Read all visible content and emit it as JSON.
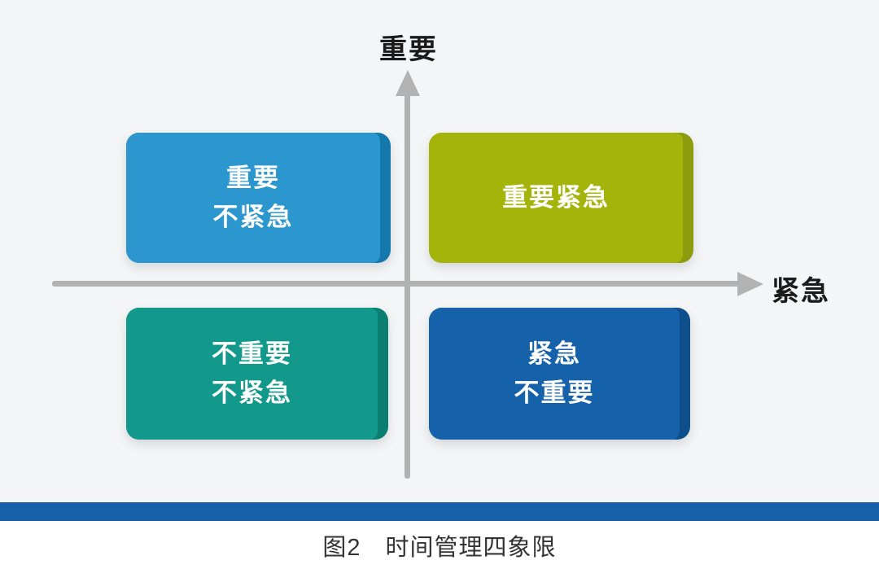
{
  "colors": {
    "background": "#f4f5f6",
    "axis": "#b2b2b2",
    "divider_bar": "#1560a8",
    "footer_background": "#ffffff",
    "box_text": "#ffffff",
    "label_text": "#1b1b1b",
    "caption_text": "#333333"
  },
  "axes": {
    "y_label": "重要",
    "x_label": "紧急"
  },
  "quadrants": {
    "top_left": {
      "line1": "重要",
      "line2": "不紧急",
      "fill": "#2b97ce",
      "edge": "#1478ad"
    },
    "top_right": {
      "line1": "重要紧急",
      "line2": "",
      "fill": "#a5b40a",
      "edge": "#8c9c0e"
    },
    "bottom_left": {
      "line1": "不重要",
      "line2": "不紧急",
      "fill": "#12998c",
      "edge": "#0b7e72"
    },
    "bottom_right": {
      "line1": "紧急",
      "line2": "不重要",
      "fill": "#1562aa",
      "edge": "#0e4e8b"
    }
  },
  "caption": "图2　时间管理四象限"
}
